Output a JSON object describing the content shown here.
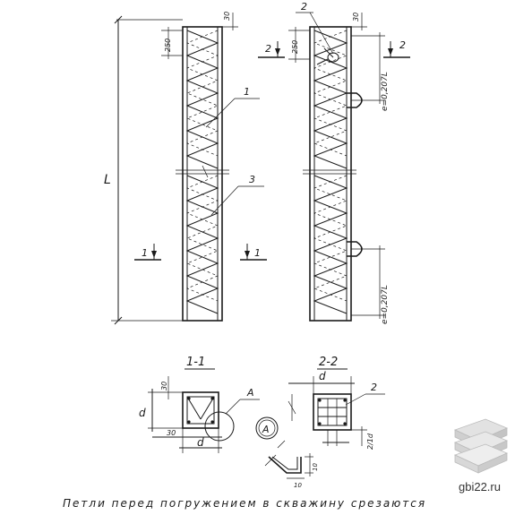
{
  "dims": {
    "top_cover": "30",
    "loop_offset": "250",
    "overall_length": "L",
    "spacing_a": "e=0,207L",
    "spacing_b": "e=0,207L",
    "width": "d",
    "depth": "d",
    "cover_30": "30",
    "small_10": "10",
    "small_10b": "10",
    "radius": "2/1d"
  },
  "labels": {
    "pos1": "1",
    "pos2": "2",
    "pos3": "3",
    "pos2_right": "2",
    "cut1_left": "1",
    "cut1_right": "1",
    "cut2_left": "2",
    "cut2_right": "2",
    "section_1_1": "1-1",
    "section_2_2": "2-2",
    "detail_A": "A",
    "detail_A_circle": "A"
  },
  "caption": "Петли перед погружением в скважину срезаются",
  "watermark": "gbi22.ru"
}
